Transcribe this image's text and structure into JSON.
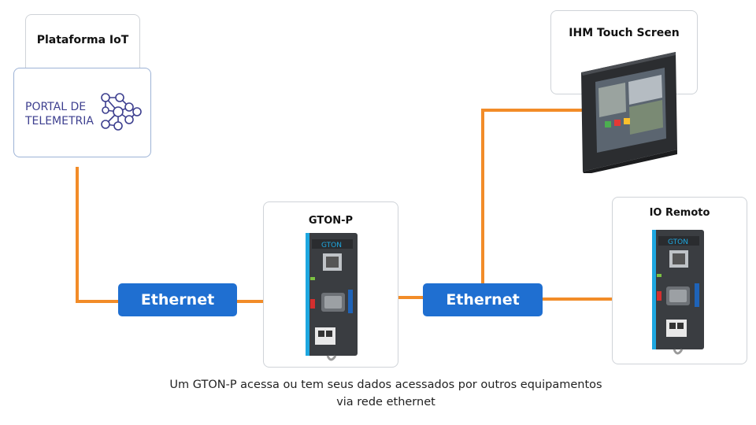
{
  "iot": {
    "title": "Plataforma IoT",
    "logo_line1": "PORTAL DE",
    "logo_line2": "TELEMETRIA"
  },
  "hmi": {
    "title": "IHM Touch Screen"
  },
  "gateway": {
    "title": "GTON-P"
  },
  "remote_io": {
    "title": "IO Remoto"
  },
  "links": {
    "left_label": "Ethernet",
    "right_label": "Ethernet"
  },
  "caption": {
    "line1": "Um GTON-P acessa ou tem seus dados acessados por outros equipamentos",
    "line2": "via rede ethernet"
  },
  "colors": {
    "link": "#f28c28",
    "pill": "#1f6fd1",
    "logo": "#3d3f8f",
    "device_accent": "#1ea7e0"
  }
}
